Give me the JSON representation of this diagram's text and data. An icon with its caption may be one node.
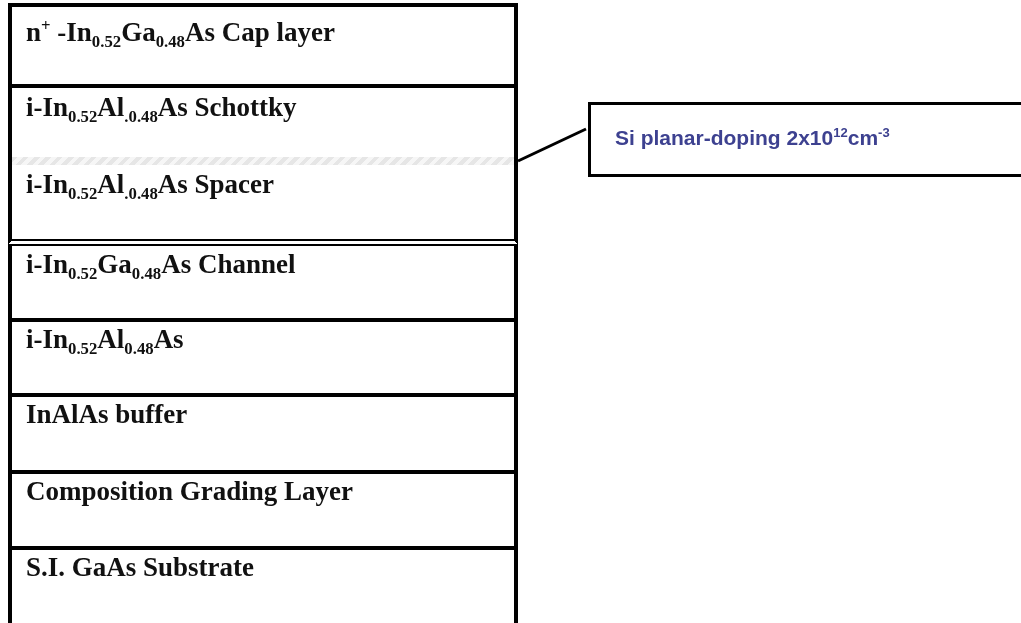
{
  "diagram": {
    "nodes": [
      {
        "text": [
          "n$^{+}$ -In$_{0.52}$Ga$_{0.48}$As Cap layer"
        ]
      },
      {
        "text": [
          "i-In$_{0.52}$Al$_{.0.48}$As Schottky"
        ]
      },
      {
        "text": [],
        "shape": "bar"
      },
      {
        "text": [
          "i-In$_{0.52}$Al$_{.0.48}$As Spacer"
        ]
      },
      {
        "text": [
          "i-In$_{0.52}$Ga$_{0.48}$As Channel"
        ]
      },
      {
        "text": [
          "i-In$_{0.52}$Al$_{0.48}$As"
        ]
      },
      {
        "text": [
          "InAlAs buffer"
        ]
      },
      {
        "text": [
          "Composition Grading Layer"
        ]
      },
      {
        "text": [
          "S.I. GaAs Substrate"
        ]
      },
      {
        "text": [
          "Si planar-doping 2x10$^{12}$cm$^{-3}$"
        ]
      }
    ],
    "edges": [
      {
        "from": 9,
        "to": 2,
        "arrow": "none"
      }
    ]
  }
}
